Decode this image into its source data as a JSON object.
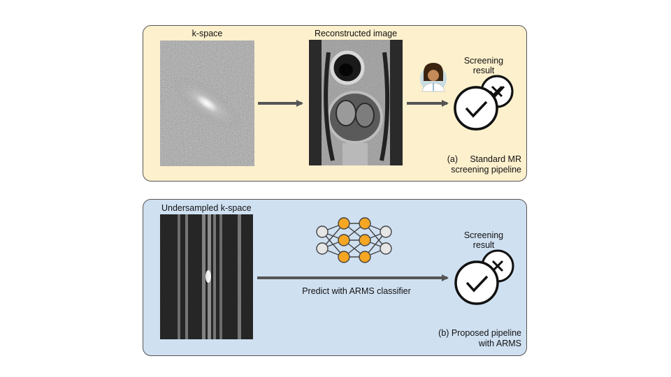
{
  "panel_a": {
    "kspace_label": "k-space",
    "recon_label": "Reconstructed image",
    "result_line1": "Screening",
    "result_line2": "result",
    "caption_line1": "(a)     Standard MR",
    "caption_line2": "screening pipeline",
    "icons": [
      "doctor-icon",
      "checkmark-icon",
      "cross-icon"
    ]
  },
  "panel_b": {
    "kspace_label": "Undersampled k-space",
    "arrow_label": "Predict with ARMS classifier",
    "result_line1": "Screening",
    "result_line2": "result",
    "caption_line1": "(b) Proposed pipeline",
    "caption_line2": "with ARMS",
    "icons": [
      "neural-network-icon",
      "checkmark-icon",
      "cross-icon"
    ]
  },
  "colors": {
    "panel_a_bg": "#fdf0cd",
    "panel_b_bg": "#cfe0f1",
    "node_orange": "#f5a623",
    "node_gray": "#e6e6e6",
    "arrow": "#555555"
  }
}
